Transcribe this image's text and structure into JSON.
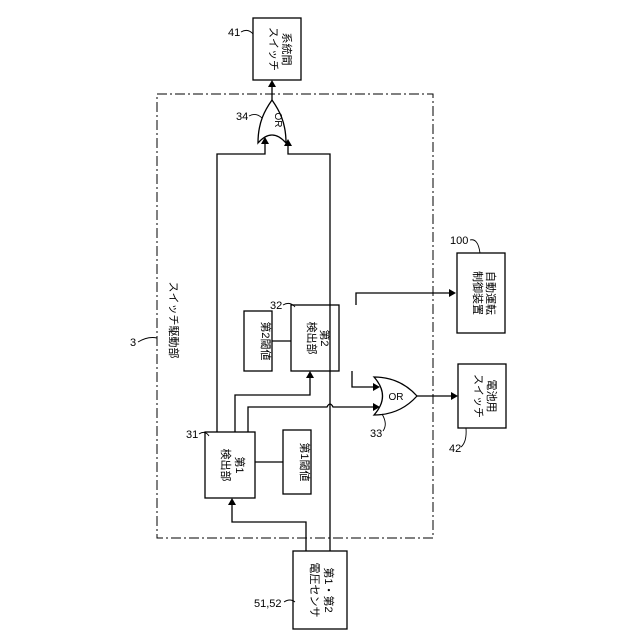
{
  "refs": {
    "r41": "41",
    "r34": "34",
    "r100": "100",
    "r3": "3",
    "r32": "32",
    "r31": "31",
    "r33": "33",
    "r42": "42",
    "r5152": "51,52"
  },
  "blocks": {
    "system_switch": [
      "系統間",
      "スイッチ"
    ],
    "auto_drive": [
      "自動運転",
      "制御装置"
    ],
    "battery_switch": [
      "電池用",
      "スイッチ"
    ],
    "detector2": [
      "第2",
      "検出部"
    ],
    "detector1": [
      "第1",
      "検出部"
    ],
    "threshold2": [
      "第2閾値"
    ],
    "threshold1": [
      "第1閾値"
    ],
    "sensor": [
      "第1・第2",
      "電圧センサ"
    ]
  },
  "gates": {
    "or_top": "OR",
    "or_bottom": "OR"
  },
  "region_label": "スイッチ駆動部"
}
